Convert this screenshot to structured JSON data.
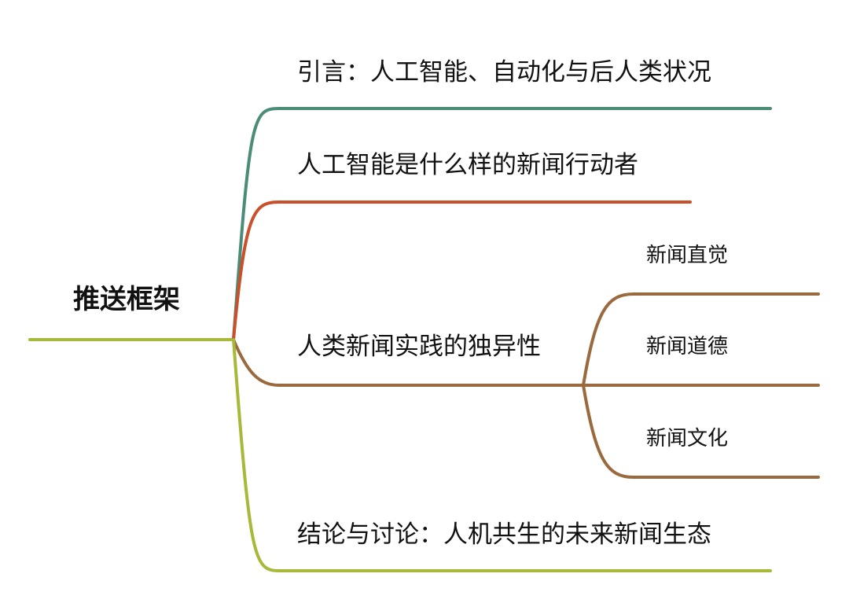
{
  "root": {
    "label": "推送框架"
  },
  "branches": [
    {
      "label": "引言：人工智能、自动化与后人类状况",
      "color": "#4a8c78"
    },
    {
      "label": "人工智能是什么样的新闻行动者",
      "color": "#c9502a"
    },
    {
      "label": "人类新闻实践的独异性",
      "color": "#9a6a3e",
      "children": [
        {
          "label": "新闻直觉"
        },
        {
          "label": "新闻道德"
        },
        {
          "label": "新闻文化"
        }
      ]
    },
    {
      "label": "结论与讨论：人机共生的未来新闻生态",
      "color": "#a8b93a"
    }
  ],
  "root_line_color": "#a8b93a"
}
